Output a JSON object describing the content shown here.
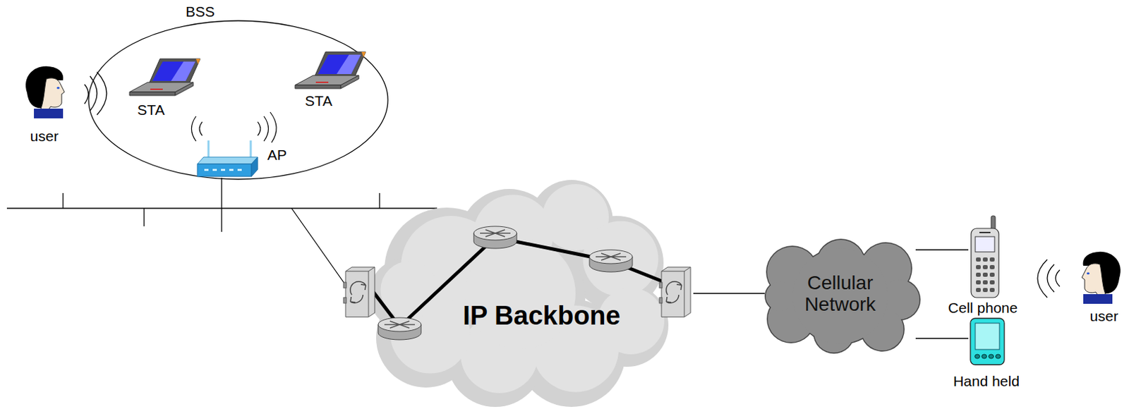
{
  "diagram": {
    "nodes": [
      {
        "text": [
          "BSS"
        ]
      },
      {
        "text": [
          "STA"
        ],
        "in": 0
      },
      {
        "text": [
          "STA"
        ],
        "in": 0
      },
      {
        "text": [
          "AP"
        ],
        "in": 0
      },
      {
        "text": [
          "IP Backbone"
        ]
      },
      {
        "text": [
          "Cellular Network"
        ]
      },
      {
        "text": [
          "Cell phone"
        ]
      },
      {
        "text": [
          "Hand held"
        ]
      }
    ],
    "edges": [
      {
        "from": 4,
        "to": 5,
        "arrow": "none"
      },
      {
        "from": 5,
        "to": 6,
        "arrow": "none"
      },
      {
        "from": 5,
        "to": 7,
        "arrow": "none"
      }
    ],
    "labels": [
      "user",
      "user"
    ]
  }
}
